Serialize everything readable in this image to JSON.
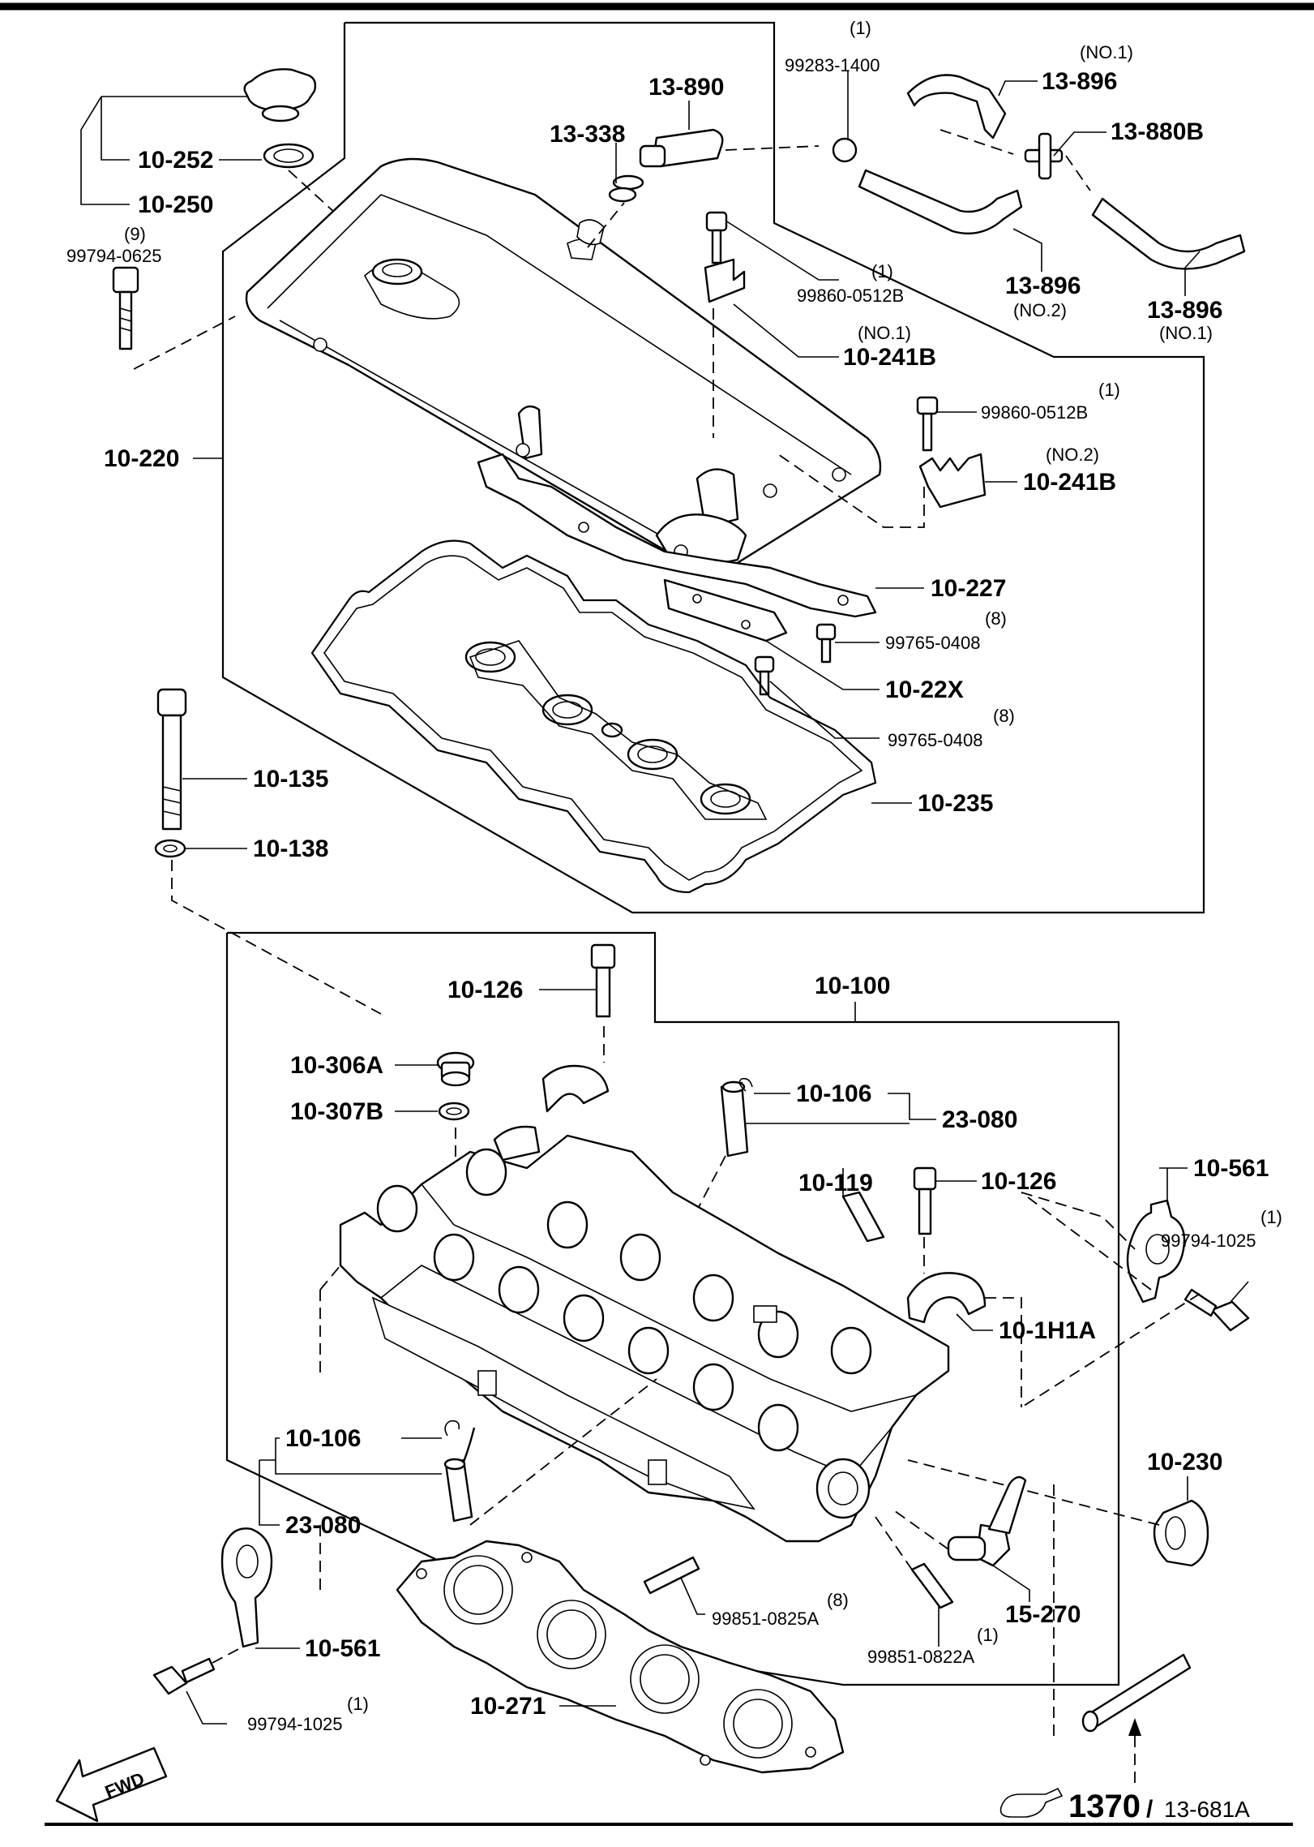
{
  "callouts": {
    "p13_890": "13-890",
    "p13_338": "13-338",
    "p99283_qty": "(1)",
    "p99283": "99283-1400",
    "p13_896_top_sub": "(NO.1)",
    "p13_896_top": "13-896",
    "p13_880B": "13-880B",
    "p13_896_mid": "13-896",
    "p13_896_mid_sub": "(NO.2)",
    "p13_896_right": "13-896",
    "p13_896_right_sub": "(NO.1)",
    "p10_252": "10-252",
    "p10_250": "10-250",
    "p99794_0625_qty": "(9)",
    "p99794_0625": "99794-0625",
    "p99860_a_qty": "(1)",
    "p99860_a": "99860-0512B",
    "p10_241B_a_sub": "(NO.1)",
    "p10_241B_a": "10-241B",
    "p99860_b_qty": "(1)",
    "p99860_b": "99860-0512B",
    "p10_241B_b_sub": "(NO.2)",
    "p10_241B_b": "10-241B",
    "p10_220": "10-220",
    "p10_227": "10-227",
    "p99765_a_qty": "(8)",
    "p99765_a": "99765-0408",
    "p10_22X": "10-22X",
    "p99765_b_qty": "(8)",
    "p99765_b": "99765-0408",
    "p10_135": "10-135",
    "p10_235": "10-235",
    "p10_138": "10-138",
    "p10_126_top": "10-126",
    "p10_100": "10-100",
    "p10_306A": "10-306A",
    "p10_307B": "10-307B",
    "p10_106_top": "10-106",
    "p23_080_top": "23-080",
    "p10_119": "10-119",
    "p10_126_right": "10-126",
    "p10_561_right": "10-561",
    "p99794_1025_r_qty": "(1)",
    "p99794_1025_r": "99794-1025",
    "p10_1H1A": "10-1H1A",
    "p10_106_bot": "10-106",
    "p23_080_bot": "23-080",
    "p10_230": "10-230",
    "p15_270": "15-270",
    "p99851_0825A_qty": "(8)",
    "p99851_0825A": "99851-0825A",
    "p99851_0822A_qty": "(1)",
    "p99851_0822A": "99851-0822A",
    "p10_561_left": "10-561",
    "p99794_1025_l_qty": "(1)",
    "p99794_1025_l": "99794-1025",
    "p10_271": "10-271"
  },
  "fwd_label": "FWD",
  "reference": {
    "page": "1370",
    "separator": "/",
    "sub": "13-681A"
  },
  "icons": [
    "hand-pointer-icon",
    "fwd-arrow-icon"
  ]
}
